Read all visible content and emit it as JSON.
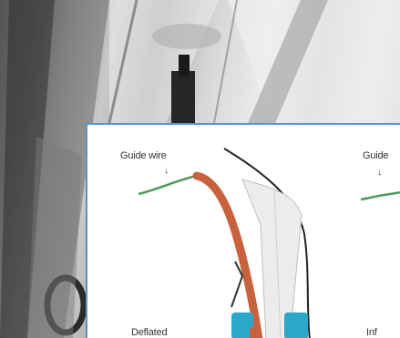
{
  "inset": {
    "label_guide_wire_left": "Guide wire",
    "label_guide_wire_right": "Guide",
    "label_bottom_left": "Deflated",
    "label_bottom_right": "Inf"
  },
  "colors": {
    "inset_border": "#5a93c8",
    "catheter": "#c8623e",
    "balloon": "#2aa7c9",
    "guide_wire": "#4c9a5a"
  }
}
